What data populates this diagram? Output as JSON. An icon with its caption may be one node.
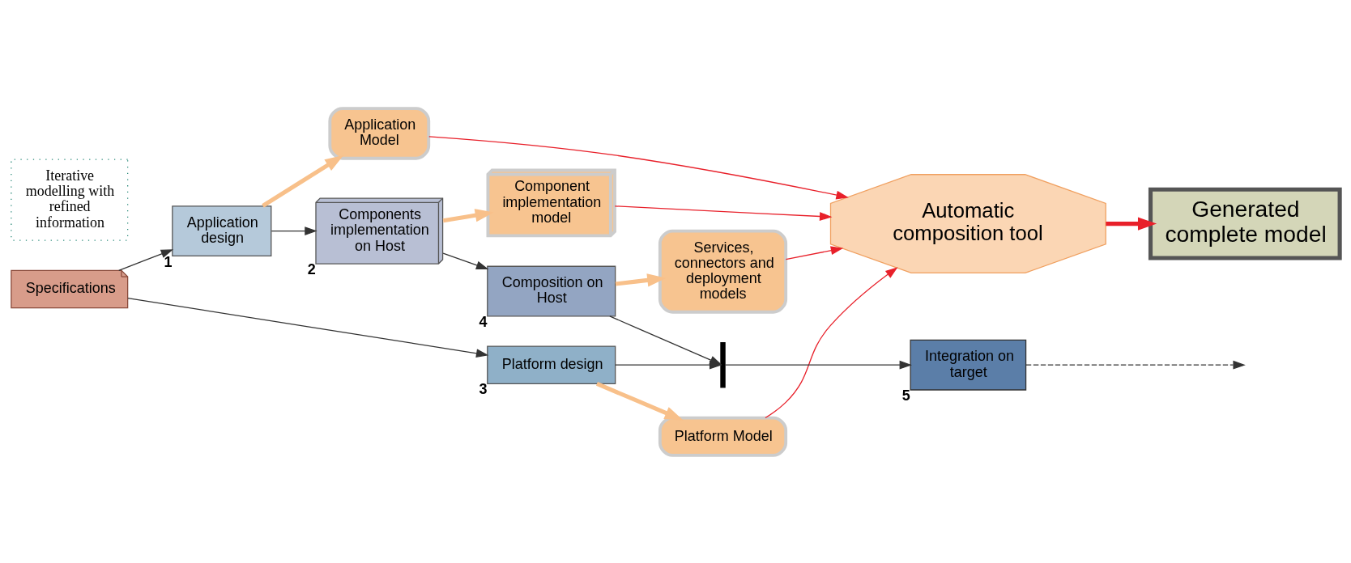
{
  "diagram": {
    "nodes": [
      {
        "text": [
          "Specifications"
        ]
      },
      {
        "text": [
          "Application design"
        ],
        "beside": [
          "1"
        ]
      },
      {
        "text": [
          "Components implementation on Host"
        ],
        "beside": [
          "2"
        ]
      },
      {
        "text": [
          "Composition on Host"
        ],
        "beside": [
          "4"
        ]
      },
      {
        "text": [
          "Integration on target"
        ],
        "beside": [
          "5"
        ]
      },
      {
        "text": [
          "Application Model"
        ]
      },
      {
        "text": [
          "Component implementation model"
        ]
      },
      {
        "text": [
          "Services, connectors and deployment models"
        ]
      },
      {
        "text": [
          "Platform design"
        ],
        "beside": [
          "3"
        ]
      },
      {
        "text": [
          "Automatic composition tool"
        ]
      },
      {
        "text": [
          "Generated complete model"
        ]
      },
      {
        "text": [
          "Platform Model"
        ]
      },
      {
        "text": [
          "Iterative modelling with refined information"
        ]
      },
      {
        "text": [],
        "shape": "bar"
      }
    ],
    "edges": [
      {
        "from": 0,
        "to": 1,
        "arrow": "to"
      },
      {
        "from": 0,
        "to": 8,
        "arrow": "to"
      },
      {
        "from": 1,
        "to": 2,
        "arrow": "to"
      },
      {
        "from": 2,
        "to": 3,
        "arrow": "to"
      },
      {
        "from": 3,
        "to": 13,
        "arrow": "to"
      },
      {
        "from": 8,
        "to": 13,
        "arrow": "to"
      },
      {
        "from": 13,
        "to": 4,
        "arrow": "to"
      },
      {
        "from": 4,
        "to": null,
        "arrow": "to",
        "style": "dashed"
      },
      {
        "from": 1,
        "to": 5,
        "arrow": "to",
        "style": "thick",
        "color": "#f8c08a"
      },
      {
        "from": 2,
        "to": 6,
        "arrow": "to",
        "style": "thick",
        "color": "#f8c08a"
      },
      {
        "from": 3,
        "to": 7,
        "arrow": "to",
        "style": "thick",
        "color": "#f8c08a"
      },
      {
        "from": 8,
        "to": 11,
        "arrow": "to",
        "style": "thick",
        "color": "#f8c08a"
      },
      {
        "from": 5,
        "to": 9,
        "arrow": "to",
        "color": "#e8202a"
      },
      {
        "from": 6,
        "to": 9,
        "arrow": "to",
        "color": "#e8202a"
      },
      {
        "from": 7,
        "to": 9,
        "arrow": "to",
        "color": "#e8202a"
      },
      {
        "from": 11,
        "to": 9,
        "arrow": "to",
        "color": "#e8202a"
      },
      {
        "from": 9,
        "to": 10,
        "arrow": "to",
        "style": "thick",
        "color": "#e8202a"
      }
    ]
  }
}
